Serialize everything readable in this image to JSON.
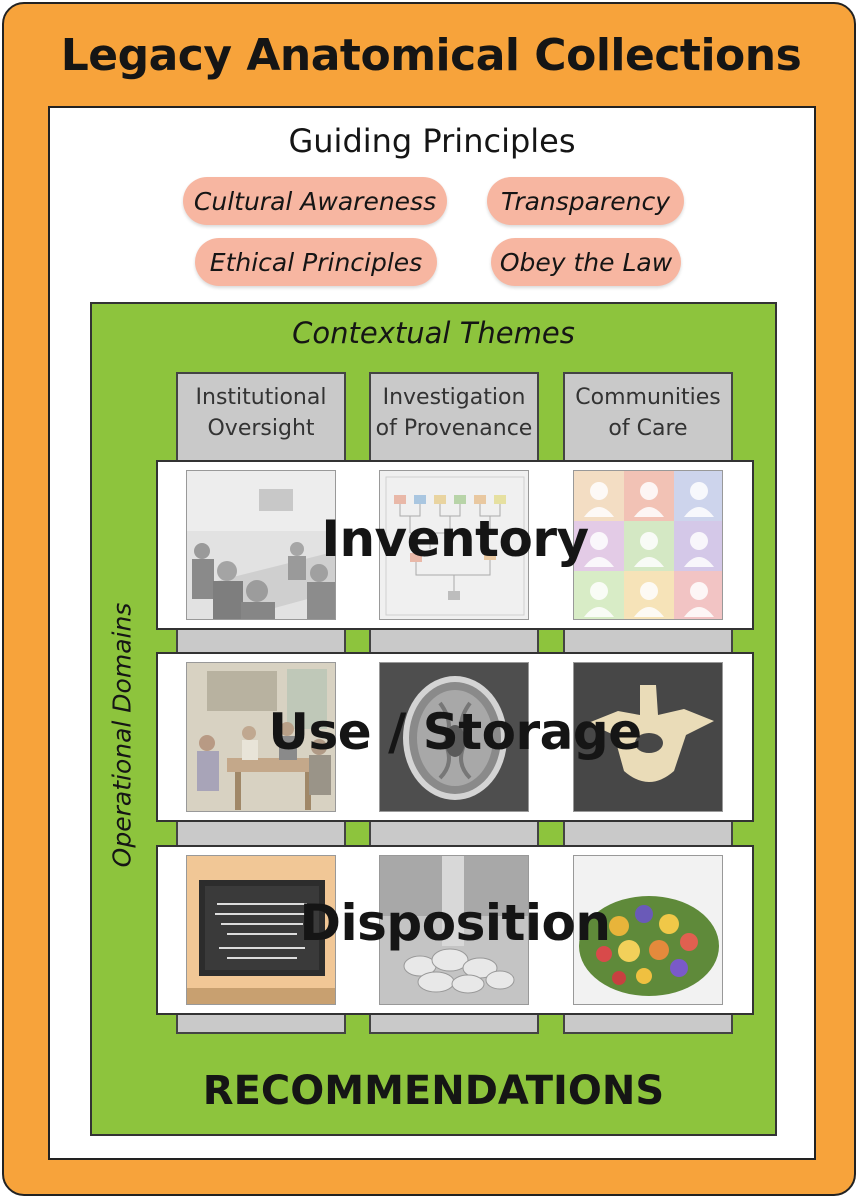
{
  "title": "Legacy Anatomical Collections",
  "guiding_principles": {
    "title": "Guiding Principles",
    "items": [
      "Cultural Awareness",
      "Transparency",
      "Ethical Principles",
      "Obey the Law"
    ]
  },
  "contextual_themes": {
    "title": "Contextual Themes",
    "columns": [
      {
        "line1": "Institutional",
        "line2": "Oversight"
      },
      {
        "line1": "Investigation",
        "line2": "of Provenance"
      },
      {
        "line1": "Communities",
        "line2": "of Care"
      }
    ]
  },
  "operational_domains": {
    "title": "Operational Domains",
    "rows": [
      "Inventory",
      "Use / Storage",
      "Disposition"
    ]
  },
  "images": [
    [
      "meeting-photo",
      "family-tree-chart",
      "unknown-persons-grid"
    ],
    [
      "classroom-photo",
      "brain-mri-scan",
      "vertebra-bone"
    ],
    [
      "memorial-plaque",
      "stone-cairn",
      "flower-bouquet"
    ]
  ],
  "recommendations": "RECOMMENDATIONS",
  "colors": {
    "orange": "#f7a33b",
    "green": "#8dc43d",
    "pill": "#f7b6a1",
    "column": "#c9c9c9"
  }
}
